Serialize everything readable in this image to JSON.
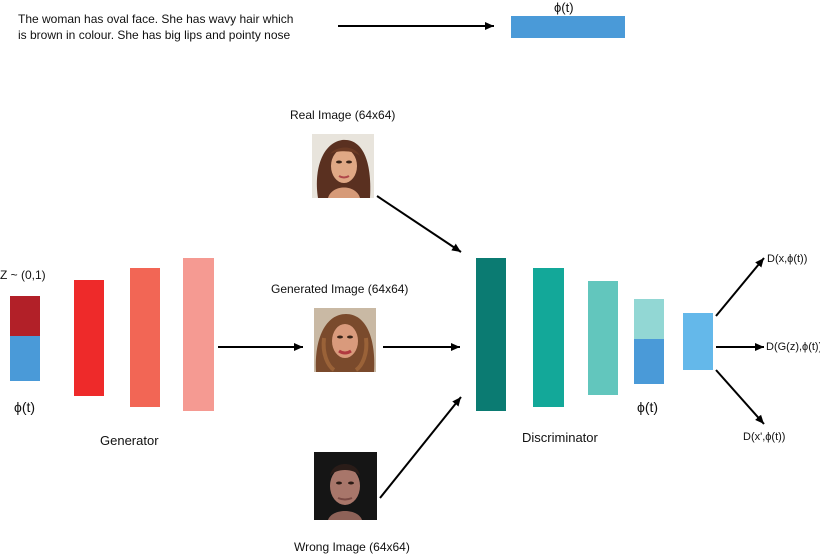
{
  "caption": {
    "line1": "The woman has oval face. She has wavy hair which",
    "line2": "is brown in colour. She has big lips and pointy nose"
  },
  "phi_label": "ϕ(t)",
  "z_label": "Z ~ (0,1)",
  "generator_label": "Generator",
  "discriminator_label": "Discriminator",
  "real_image_label": "Real Image (64x64)",
  "generated_image_label": "Generated Image (64x64)",
  "wrong_image_label": "Wrong Image (64x64)",
  "outputs": {
    "real": "D(x,ϕ(t))",
    "generated": "D(G(z),ϕ(t))",
    "wrong": "D(x',ϕ(t))"
  },
  "colors": {
    "embedding_blue": "#4a9ad8",
    "noise_red": "#b22028",
    "gen_1": "#ee2a2a",
    "gen_2": "#f26655",
    "gen_3": "#f59a92",
    "disc_1": "#0b7b72",
    "disc_2": "#13a899",
    "disc_3": "#62c6bd",
    "disc_concat_top": "#92d7d4",
    "disc_final": "#64b8ea"
  }
}
